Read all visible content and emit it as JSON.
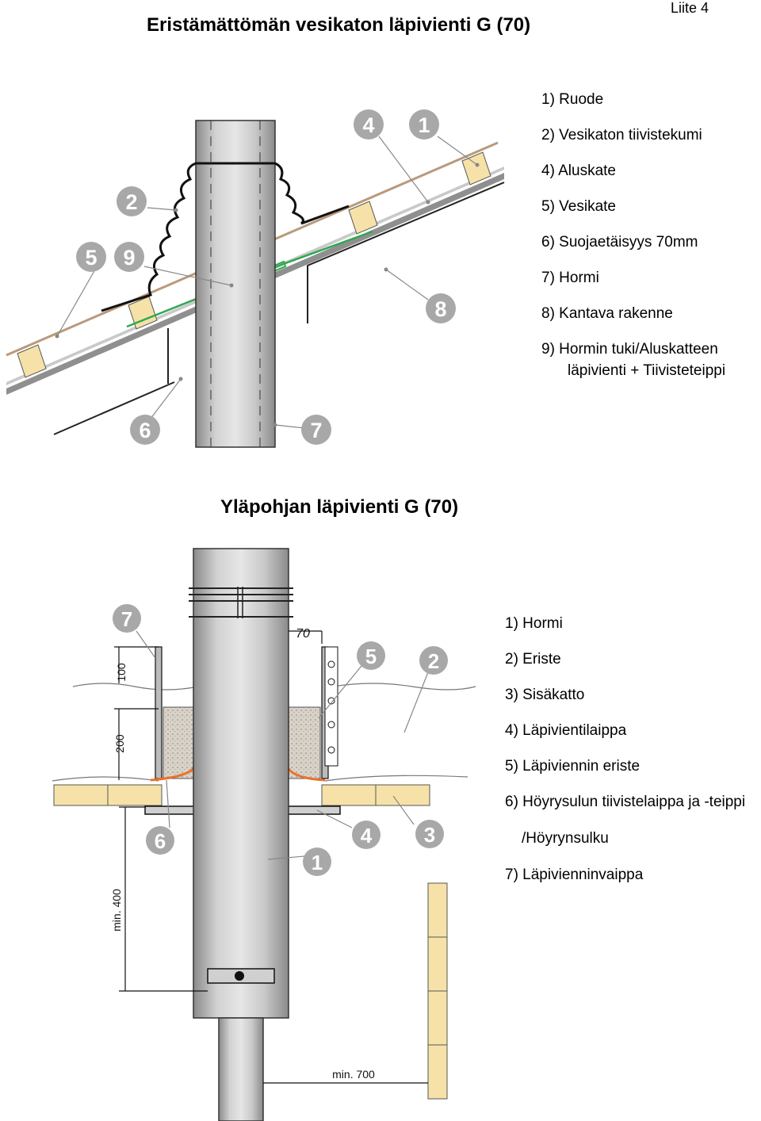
{
  "page_label": "Liite 4",
  "title": "Eristämättömän vesikaton läpivienti G (70)",
  "subtitle": "Yläpohjan läpivienti G (70)",
  "legend1": [
    "1)  Ruode",
    "2)  Vesikaton tiivistekumi",
    "4)  Aluskate",
    "5)  Vesikate",
    "6)  Suojaetäisyys 70mm",
    "7)  Hormi",
    "8)  Kantava rakenne",
    "9)  Hormin tuki/Aluskatteen",
    "läpivienti + Tiivisteteippi"
  ],
  "legend2": [
    "1) Hormi",
    "2) Eriste",
    "3) Sisäkatto",
    "4) Läpivientilaippa",
    "5) Läpiviennin eriste",
    "6) Höyrysulun tiivistelaippa ja -teippi",
    "/Höyrynsulku",
    "7) Läpivienninvaippa"
  ],
  "diagram1_markers": [
    "4",
    "1",
    "2",
    "5",
    "9",
    "8",
    "6",
    "7"
  ],
  "diagram2_markers": [
    "7",
    "5",
    "2",
    "6",
    "4",
    "3",
    "1"
  ],
  "dimensions": {
    "d70": "70",
    "d100": "100",
    "d200": "200",
    "dmin400": "min. 400",
    "dmin700": "min. 700"
  },
  "colors": {
    "marker": "#a8a8a8",
    "pipe": "#c4c4c4",
    "batten": "#f6e2a8",
    "flashing_tape": "#2fa84f",
    "roof_cover": "#b99a7a",
    "vapor_seal": "#e8722e",
    "insulation": "#d8d2c8"
  }
}
